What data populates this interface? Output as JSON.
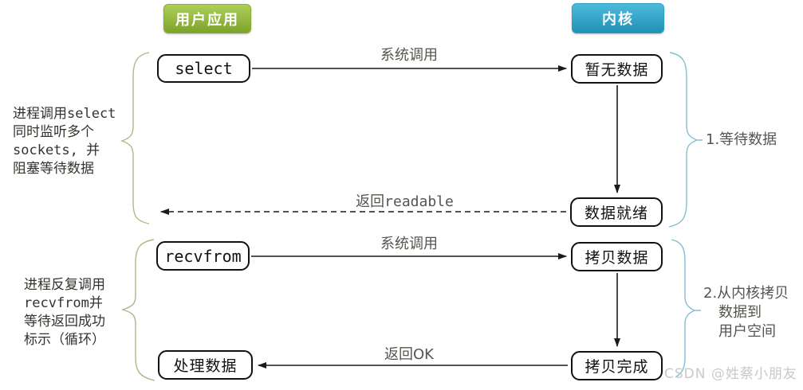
{
  "header": {
    "user_app": "用户应用",
    "kernel": "内核"
  },
  "boxes": {
    "select": "select",
    "no_data": "暂无数据",
    "data_ready": "数据就绪",
    "recvfrom": "recvfrom",
    "copy_data": "拷贝数据",
    "process_data": "处理数据",
    "copy_done": "拷贝完成"
  },
  "arrow_labels": {
    "syscall_top": "系统调用",
    "return_readable": "返回readable",
    "syscall_bottom": "系统调用",
    "return_ok": "返回OK"
  },
  "annotations": {
    "left_top_lines": [
      "进程调用select",
      "同时监听多个",
      "sockets, 并",
      "阻塞等待数据"
    ],
    "left_bottom_lines": [
      "进程反复调用",
      "recvfrom并",
      "等待返回成功",
      "标示（循环）"
    ],
    "right_top": "1.等待数据",
    "right_bottom_lines": [
      "2.从内核拷贝",
      "数据到",
      "用户空间"
    ]
  },
  "watermark": "CSDN @姓蔡小朋友",
  "colors": {
    "user_app_top": "#aecf58",
    "user_app_bottom": "#7da32a",
    "kernel_top": "#4cbbdc",
    "kernel_bottom": "#2090b4",
    "brace_left": "#b5b489",
    "brace_right": "#85bdd3",
    "label_gray": "#55554f",
    "watermark_gray": "#c9c9c9"
  }
}
